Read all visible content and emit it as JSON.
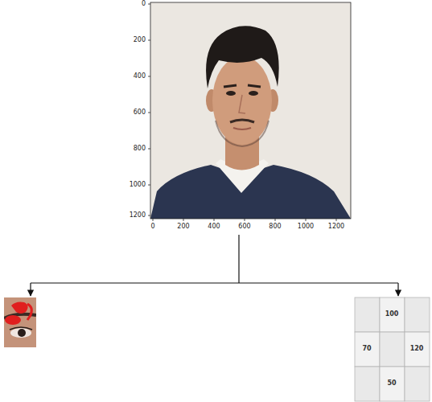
{
  "diagram": {
    "labels": [
      "0",
      "200",
      "400",
      "600",
      "800",
      "1000",
      "1200",
      "0",
      "200",
      "400",
      "600",
      "800",
      "1000",
      "1200",
      "100",
      "70",
      "120",
      "50"
    ]
  }
}
